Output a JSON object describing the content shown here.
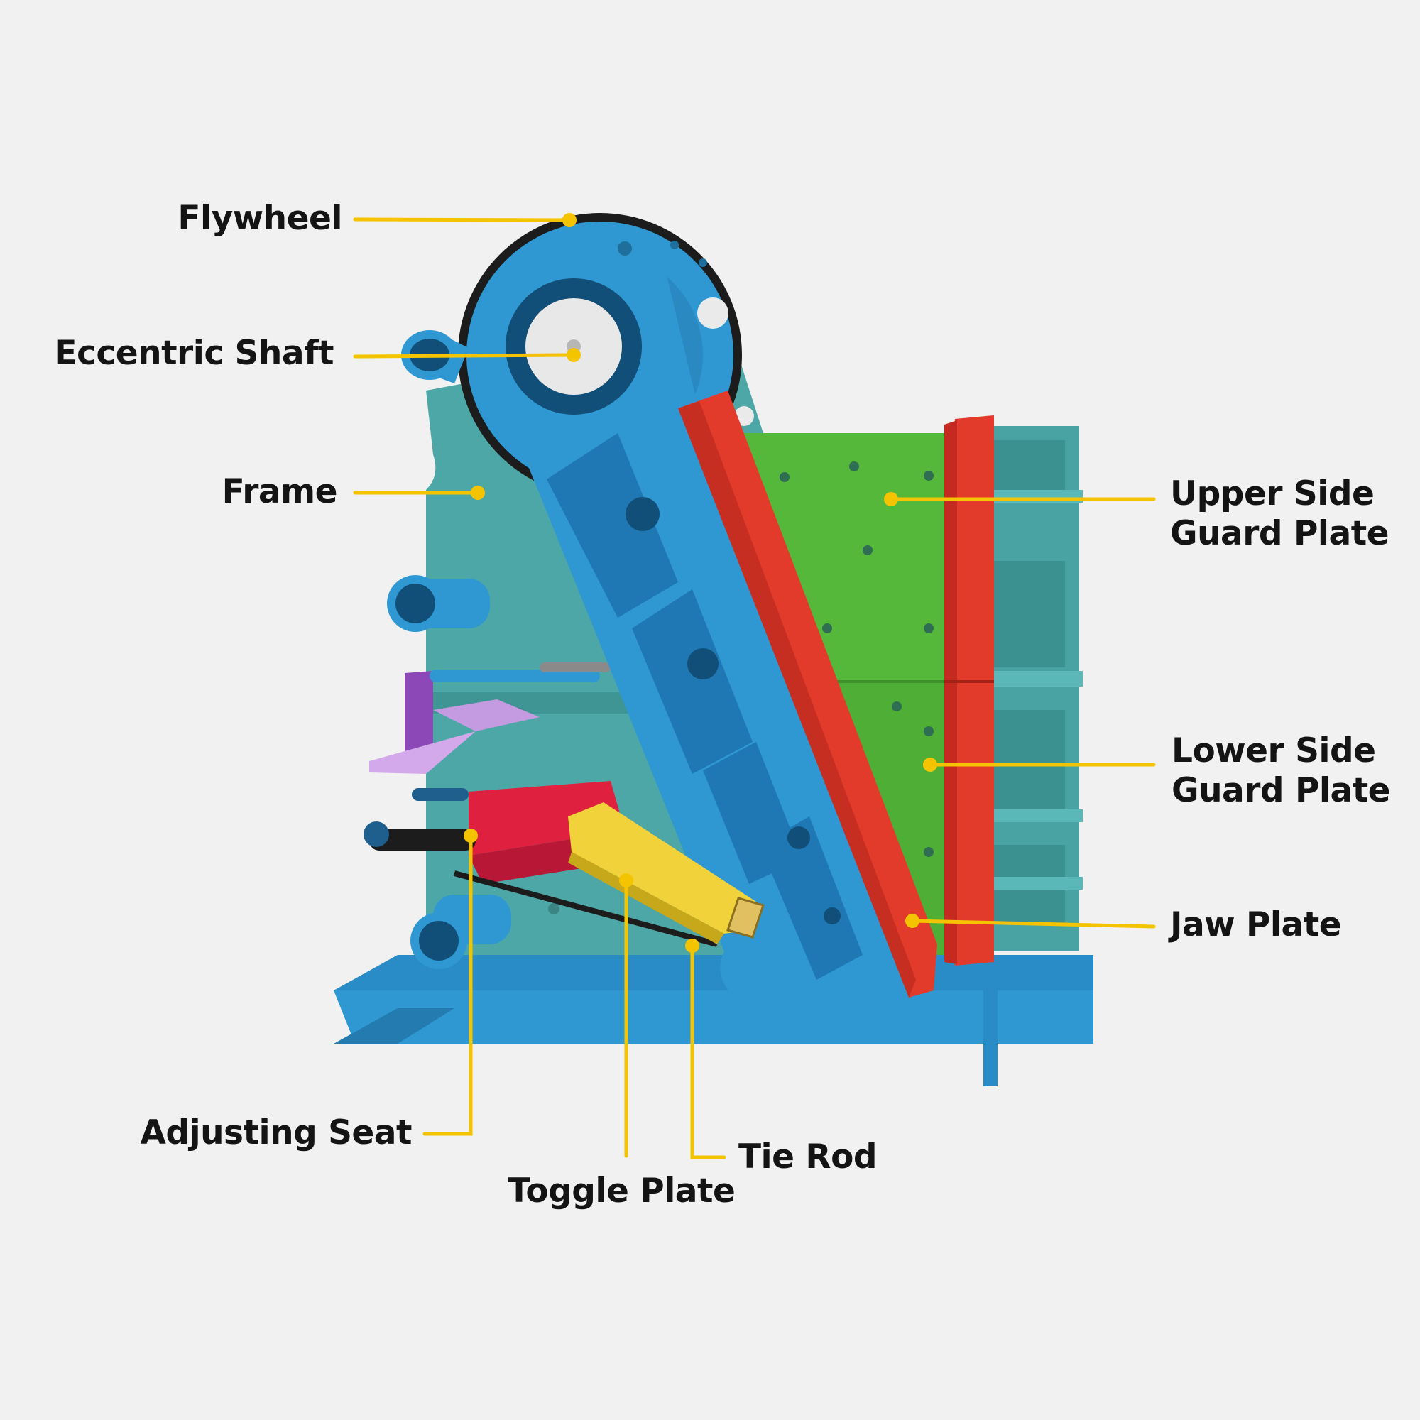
{
  "colors": {
    "background": "#f1f1f1",
    "leader": "#f5c400",
    "frame": "#4aa3a3",
    "blue": "#2f98d2",
    "red": "#e23b2b",
    "green": "#55b83a",
    "purple": "#b78ad6",
    "toggle": "#f2d23a",
    "adjusting_seat": "#e02040"
  },
  "labels": {
    "flywheel": "Flywheel",
    "eccentric_shaft": "Eccentric Shaft",
    "frame": "Frame",
    "upper_side_guard_plate": [
      "Upper Side",
      "Guard Plate"
    ],
    "lower_side_guard_plate": [
      "Lower Side",
      "Guard Plate"
    ],
    "jaw_plate": "Jaw Plate",
    "adjusting_seat": "Adjusting Seat",
    "toggle_plate": "Toggle Plate",
    "tie_rod": "Tie Rod"
  }
}
